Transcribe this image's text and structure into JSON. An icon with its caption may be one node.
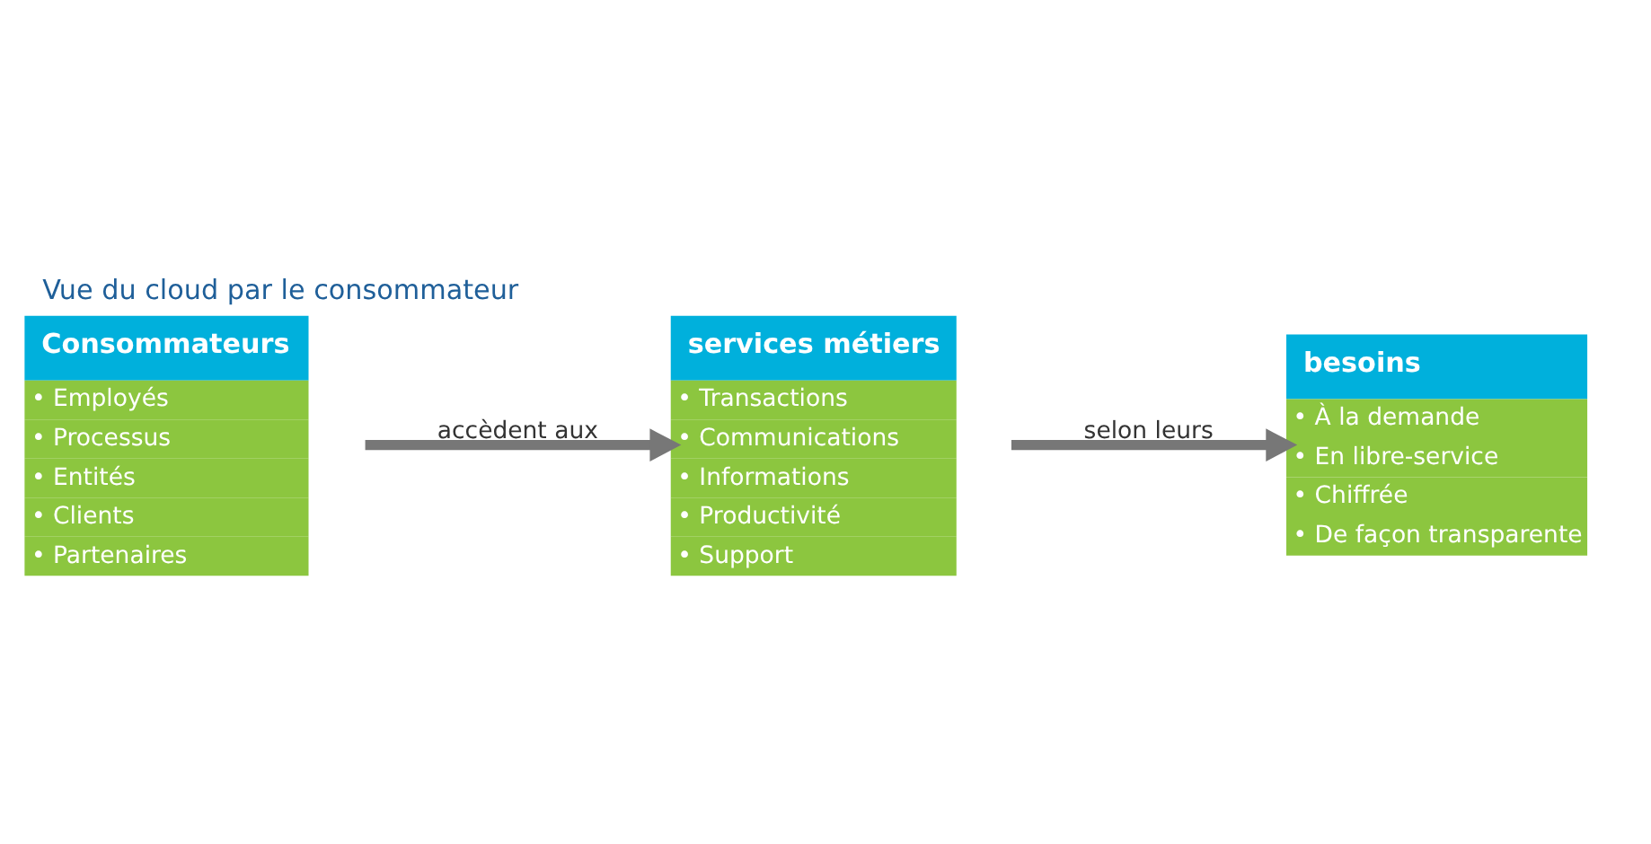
{
  "diagram": {
    "title": "Vue du cloud par le consommateur",
    "nodes": [
      {
        "text": [
          "Consommateurs",
          "• Employés",
          "• Processus",
          "• Entités",
          "• Clients",
          "• Partenaires"
        ]
      },
      {
        "text": [
          "services métiers",
          "• Transactions",
          "• Communications",
          "• Informations",
          "• Productivité",
          "• Support"
        ]
      },
      {
        "text": [
          "besoins",
          "• À la demande",
          "• En libre-service",
          "• Chiffrée",
          "• De façon transparente"
        ]
      }
    ],
    "edges": [
      {
        "from": 0,
        "to": 1,
        "arrow": "to",
        "label": "accèdent aux"
      },
      {
        "from": 1,
        "to": 2,
        "arrow": "to",
        "label": "selon leurs"
      }
    ]
  }
}
